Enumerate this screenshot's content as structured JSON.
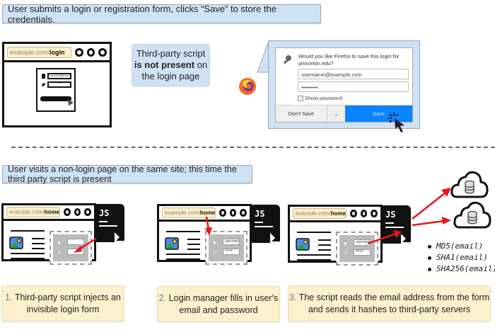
{
  "top": {
    "banner": "User submits a login or registration form, clicks “Save” to store the credentials.",
    "browser": {
      "url_prefix": "example.com/",
      "url_path": "login"
    },
    "login_form": {
      "username": "username@exam",
      "password": "****"
    },
    "info_line1": "Third-party script",
    "info_bold": "is not present",
    "info_after_bold": " on",
    "info_line3": "the login page",
    "firefox_dialog": {
      "question": "Would you like Firefox to save this login for princeton.edu?",
      "username": "username@example.com",
      "password": "•••••••••",
      "show_password": "Show password",
      "dont_save": "Don't Save",
      "dropdown": "⌄",
      "save": "Save"
    }
  },
  "bottom": {
    "banner": "User visits a non-login page on the same site; this time the third party script is present",
    "browser": {
      "url_prefix": "example.com/",
      "url_path": "home"
    },
    "js_label": "JS",
    "filled_username": "username@p...",
    "filled_password": "****",
    "steps": [
      {
        "num": "1.",
        "text": "Third-party script injects an invisible login form"
      },
      {
        "num": "2.",
        "text": "Login manager fills in user's email and password"
      },
      {
        "num": "3.",
        "text": "The script reads the email address from the form and sends it hashes to third-party servers"
      }
    ],
    "hashes": [
      "MD5(email)",
      "SHA1(email)",
      "SHA256(email)"
    ]
  },
  "colors": {
    "banner_blue": "#cfe2f3",
    "note_yellow": "#fdf0cc",
    "arrow_red": "#e8141c",
    "firefox_blue": "#0a84ff"
  }
}
